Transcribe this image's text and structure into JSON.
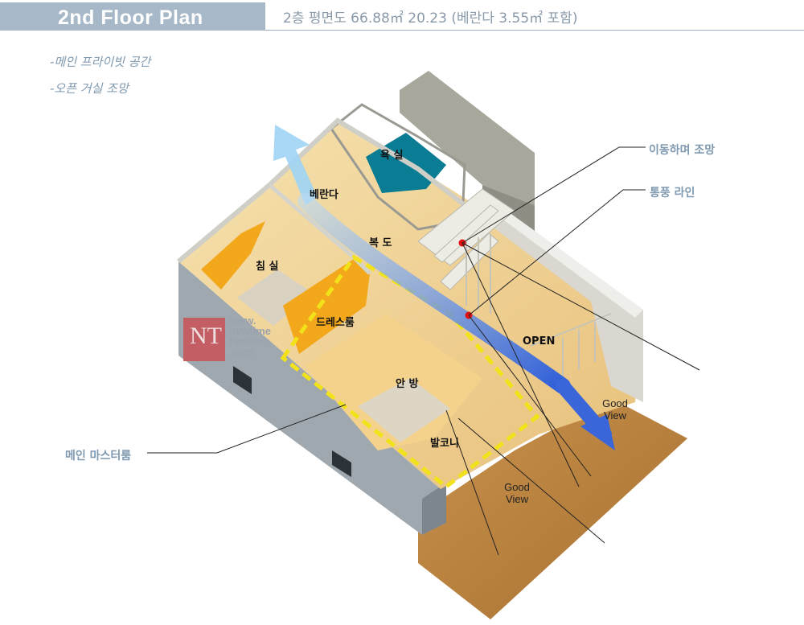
{
  "header": {
    "title": "2nd Floor Plan",
    "info": "2층 평면도  66.88㎡  20.23 (베란다 3.55㎡ 포함)"
  },
  "notes": [
    "-메인 프라이빗 공간",
    "-오픈 거실 조망"
  ],
  "callouts": {
    "move_view": "이동하며 조망",
    "ventilation": "통풍 라인",
    "master_room": "메인 마스터룸"
  },
  "rooms": {
    "bath": "욕 실",
    "veranda": "베란다",
    "hallway": "복 도",
    "bedroom": "침 실",
    "dressroom": "드레스룸",
    "master": "안 방",
    "open": "OPEN",
    "balcony": "발코니"
  },
  "good_view": [
    "Good",
    "View"
  ],
  "watermark": {
    "mono": "NT",
    "lines": [
      "www.",
      "newtime",
      "housing",
      ".com"
    ]
  },
  "colors": {
    "accent": "#a7b9c9",
    "callout_text": "#7f99b0",
    "dashed_outline": "#f2e21a",
    "arrow_blue": "#3a66d9",
    "arrow_light": "#8fd0f5",
    "marker_red": "#e01010",
    "deck_wood": "#b98040"
  }
}
